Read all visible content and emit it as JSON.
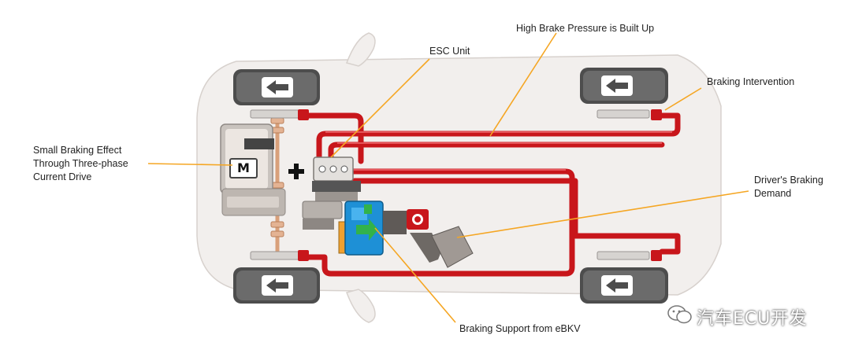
{
  "labels": {
    "high_pressure": "High Brake Pressure is Built Up",
    "esc_unit": "ESC Unit",
    "braking_intervention": "Braking Intervention",
    "small_braking": "Small Braking Effect\nThrough Three-phase\nCurrent Drive",
    "drivers_demand": "Driver's Braking\nDemand",
    "braking_support": "Braking Support from eBKV"
  },
  "motor_badge": "M",
  "watermark": "汽车ECU开发",
  "colors": {
    "brake_line": "#c8161b",
    "leader_line": "#f5a623",
    "car_body": "#f2efed",
    "tire": "#4d4d4d",
    "ebkv_blue": "#1e90d6",
    "drive_shaft": "#d9a07a"
  }
}
